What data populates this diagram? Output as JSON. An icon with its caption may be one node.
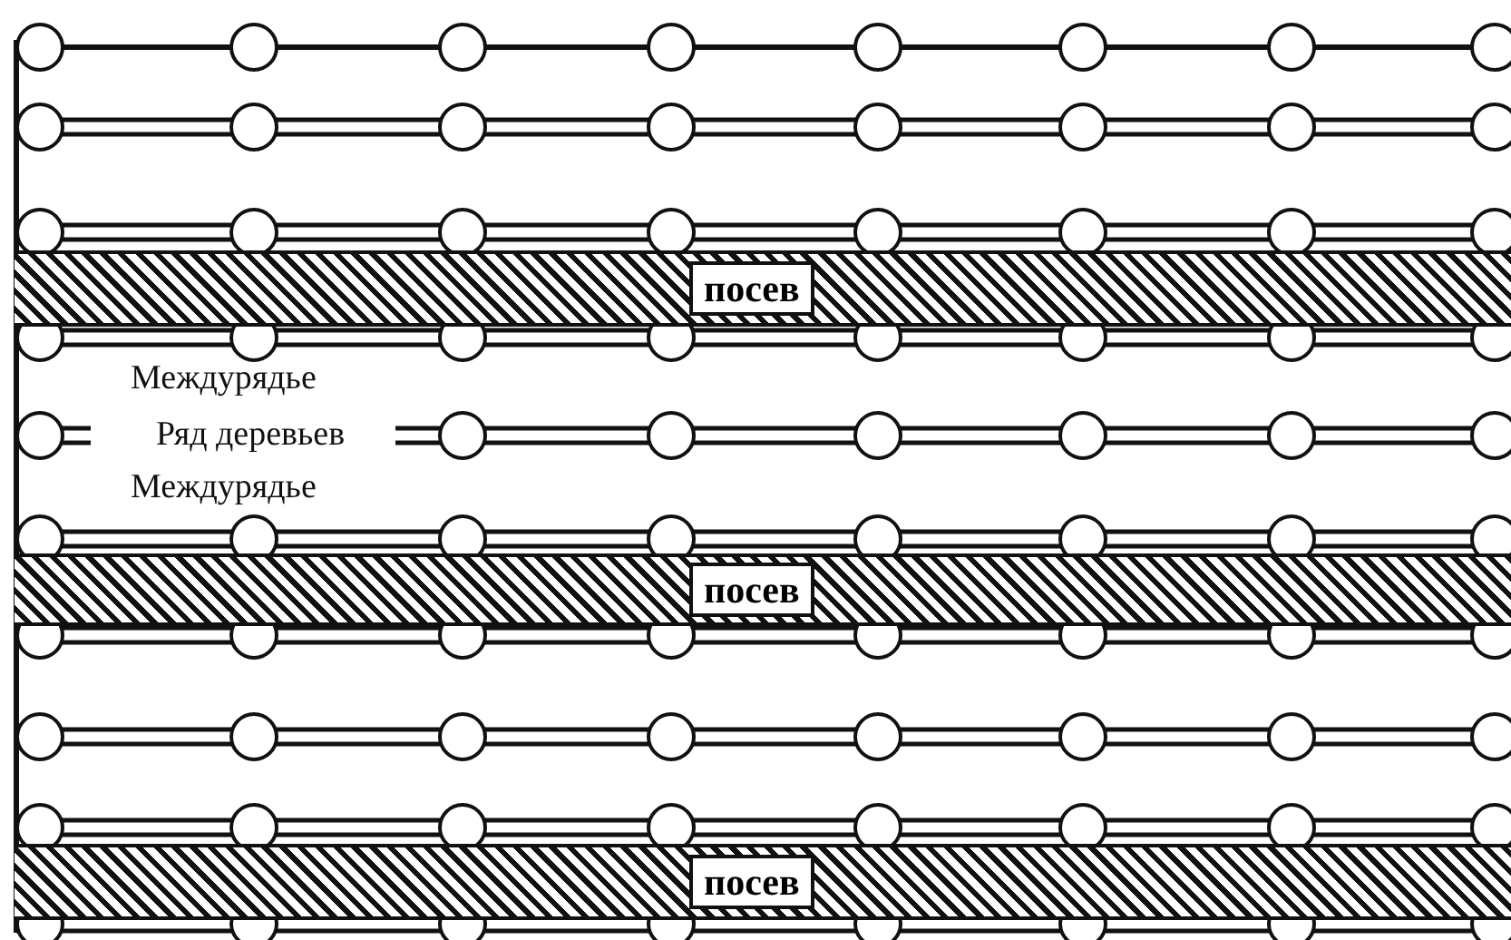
{
  "diagram": {
    "nodes": [
      {
        "text": [
          "посев"
        ]
      },
      {
        "text": [
          "посев"
        ]
      },
      {
        "text": [
          "посев"
        ]
      }
    ],
    "labels": [
      "Междурядье",
      "Ряд деревьев",
      "Междурядье"
    ]
  }
}
